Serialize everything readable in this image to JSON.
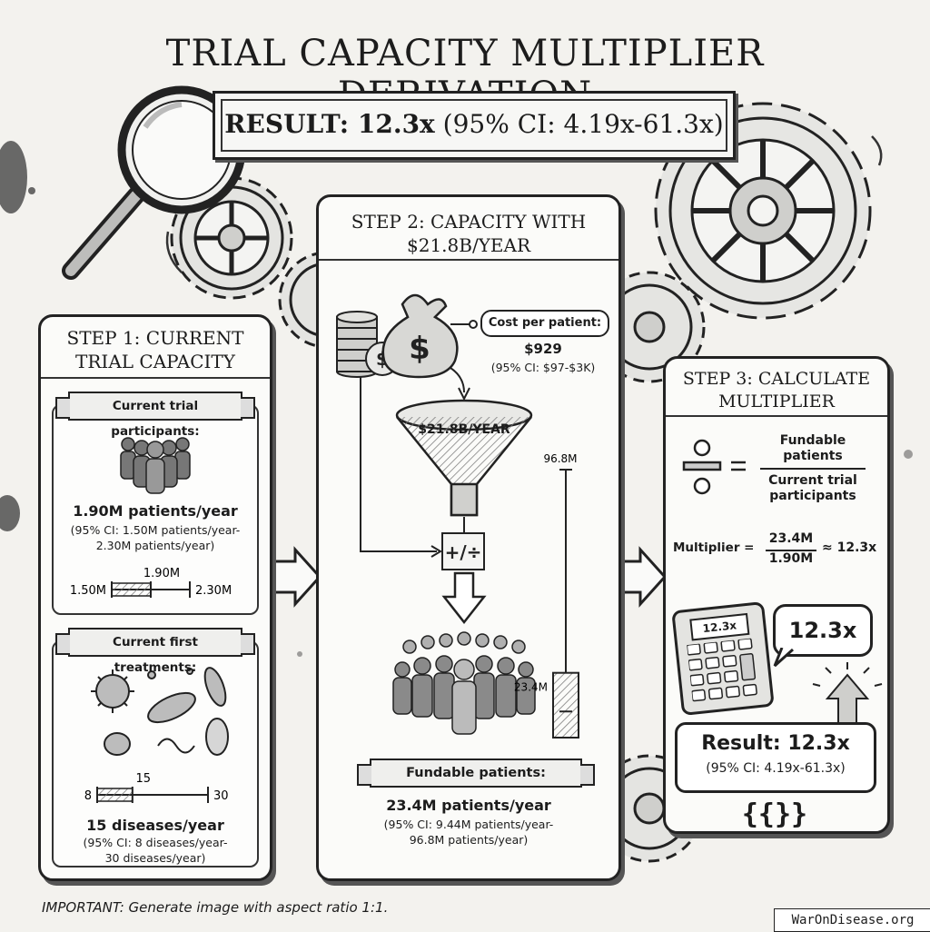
{
  "title": "TRIAL CAPACITY MULTIPLIER DERIVATION",
  "result_banner": {
    "label": "RESULT: 12.3x",
    "ci": "(95% CI: 4.19x-61.3x)"
  },
  "step1": {
    "heading_line1": "STEP 1: CURRENT",
    "heading_line2": "TRIAL CAPACITY",
    "participants": {
      "ribbon": "Current trial participants:",
      "value": "1.90M patients/year",
      "ci_line1": "(95% CI: 1.50M patients/year-",
      "ci_line2": "2.30M patients/year)",
      "range": {
        "low": 1.5,
        "point": 1.9,
        "high": 2.3
      },
      "range_labels": {
        "low": "1.50M",
        "point": "1.90M",
        "high": "2.30M"
      }
    },
    "treatments": {
      "ribbon": "Current first treatments:",
      "value": "15 diseases/year",
      "ci_line1": "(95% CI: 8 diseases/year-",
      "ci_line2": "30 diseases/year)",
      "range": {
        "low": 8,
        "point": 15,
        "high": 30
      },
      "range_labels": {
        "low": "8",
        "point": "15",
        "high": "30"
      }
    }
  },
  "step2": {
    "heading_line1": "STEP 2: CAPACITY WITH",
    "heading_line2": "$21.8B/YEAR",
    "cost_label": "Cost per patient:",
    "cost_value": "$929",
    "cost_ci": "(95% CI: $97-$3K)",
    "funnel_label": "$21.8B/YEAR",
    "bar_labels": {
      "high": "96.8M",
      "point": "23.4M"
    },
    "bar": {
      "low": 9.44,
      "point": 23.4,
      "high": 96.8
    },
    "ribbon": "Fundable patients:",
    "value": "23.4M patients/year",
    "ci_line1": "(95% CI: 9.44M patients/year-",
    "ci_line2": "96.8M patients/year)"
  },
  "step3": {
    "heading_line1": "STEP 3: CALCULATE",
    "heading_line2": "MULTIPLIER",
    "numerator_line1": "Fundable",
    "numerator_line2": "patients",
    "denominator_line1": "Current trial",
    "denominator_line2": "participants",
    "multiplier_label": "Multiplier =",
    "mult_num": "23.4M",
    "mult_den": "1.90M",
    "mult_result": "≈ 12.3x",
    "calc_display": "12.3x",
    "bubble": "12.3x",
    "result_label": "Result: 12.3x",
    "result_ci": "(95% CI: 4.19x-61.3x)",
    "braces": "{{}}"
  },
  "footer": {
    "note": "IMPORTANT: Generate image with aspect ratio 1:1.",
    "brand": "WarOnDisease.org"
  },
  "colors": {
    "ink": "#1c1c1c",
    "paper": "#f3f2ee",
    "panel": "#fbfbf9",
    "hatch": "#9a9a9a"
  },
  "icons": [
    "magnifier-icon",
    "gear-icon",
    "money-bag-icon",
    "coin-stack-icon",
    "funnel-icon",
    "people-group-icon",
    "microbe-icon",
    "calculator-icon",
    "divide-icon",
    "arrow-icon"
  ]
}
